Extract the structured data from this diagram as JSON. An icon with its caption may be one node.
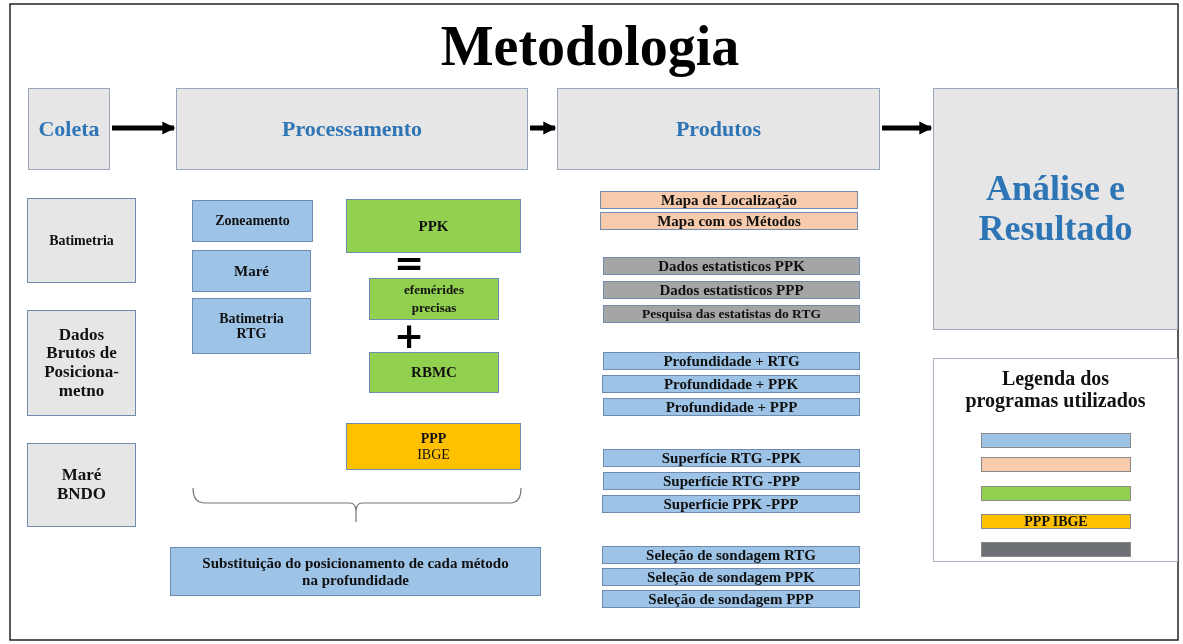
{
  "diagram": {
    "title": "Metodologia",
    "nodes": [
      {
        "text": [
          "Coleta"
        ]
      },
      {
        "text": [
          "Processamento"
        ]
      },
      {
        "text": [
          "Produtos"
        ]
      },
      {
        "text": [
          "Análise e Resultado"
        ]
      },
      {
        "text": [
          "Batimetria"
        ]
      },
      {
        "text": [
          "Dados Brutos de Posiciona- metno"
        ]
      },
      {
        "text": [
          "Maré BNDO"
        ]
      },
      {
        "text": [
          "Zoneamento"
        ]
      },
      {
        "text": [
          "Maré"
        ]
      },
      {
        "text": [
          "Batimetria RTG"
        ]
      },
      {
        "text": [
          "PPK"
        ]
      },
      {
        "text": [
          "efemérides precisas"
        ]
      },
      {
        "text": [
          "RBMC"
        ]
      },
      {
        "text": [
          "PPP",
          "IBGE"
        ]
      },
      {
        "text": [
          "Substituição do posicionamento de cada método na profundidade"
        ]
      },
      {
        "text": [
          "Mapa de Localização"
        ]
      },
      {
        "text": [
          "Mapa com os Métodos"
        ]
      },
      {
        "text": [
          "Dados estatisticos PPK"
        ]
      },
      {
        "text": [
          "Dados estatisticos PPP"
        ]
      },
      {
        "text": [
          "Pesquisa das estatistas do RTG"
        ]
      },
      {
        "text": [
          "Profundidade + RTG"
        ]
      },
      {
        "text": [
          "Profundidade + PPK"
        ]
      },
      {
        "text": [
          "Profundidade + PPP"
        ]
      },
      {
        "text": [
          "Superfície RTG -PPK"
        ]
      },
      {
        "text": [
          "Superfície RTG -PPP"
        ]
      },
      {
        "text": [
          "Superfície PPK -PPP"
        ]
      },
      {
        "text": [
          "Seleção de sondagem RTG"
        ]
      },
      {
        "text": [
          "Seleção de sondagem PPK"
        ]
      },
      {
        "text": [
          "Seleção de sondagem PPP"
        ]
      },
      {
        "text": [
          "Legenda dos programas utilizados"
        ]
      }
    ],
    "edges": [
      {
        "from": 0,
        "to": 1,
        "arrow": "to"
      },
      {
        "from": 1,
        "to": 2,
        "arrow": "to"
      },
      {
        "from": 2,
        "to": 3,
        "arrow": "to"
      }
    ],
    "labels": [
      "=",
      "+"
    ],
    "legend": [
      {
        "text": "PPP IBGE",
        "color": "#ffc000"
      }
    ]
  }
}
